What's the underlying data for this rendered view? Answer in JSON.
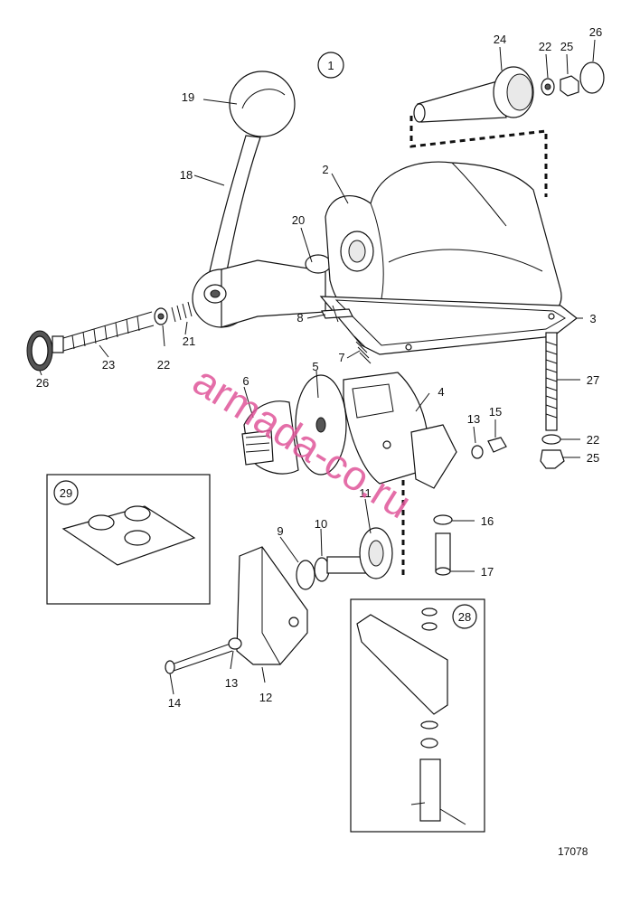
{
  "diagram": {
    "group_number": "1",
    "part_labels": {
      "p1": "1",
      "p2": "2",
      "p3": "3",
      "p4": "4",
      "p5": "5",
      "p6": "6",
      "p7": "7",
      "p8": "8",
      "p9": "9",
      "p10": "10",
      "p11": "11",
      "p12": "12",
      "p13a": "13",
      "p13b": "13",
      "p14": "14",
      "p15": "15",
      "p16": "16",
      "p17": "17",
      "p18": "18",
      "p19": "19",
      "p20": "20",
      "p21": "21",
      "p22a": "22",
      "p22b": "22",
      "p22c": "22",
      "p23": "23",
      "p24": "24",
      "p25a": "25",
      "p25b": "25",
      "p26a": "26",
      "p26b": "26",
      "p27": "27",
      "p28": "28",
      "p29": "29"
    },
    "watermark": "armada-co.ru",
    "drawing_code": "17078"
  }
}
